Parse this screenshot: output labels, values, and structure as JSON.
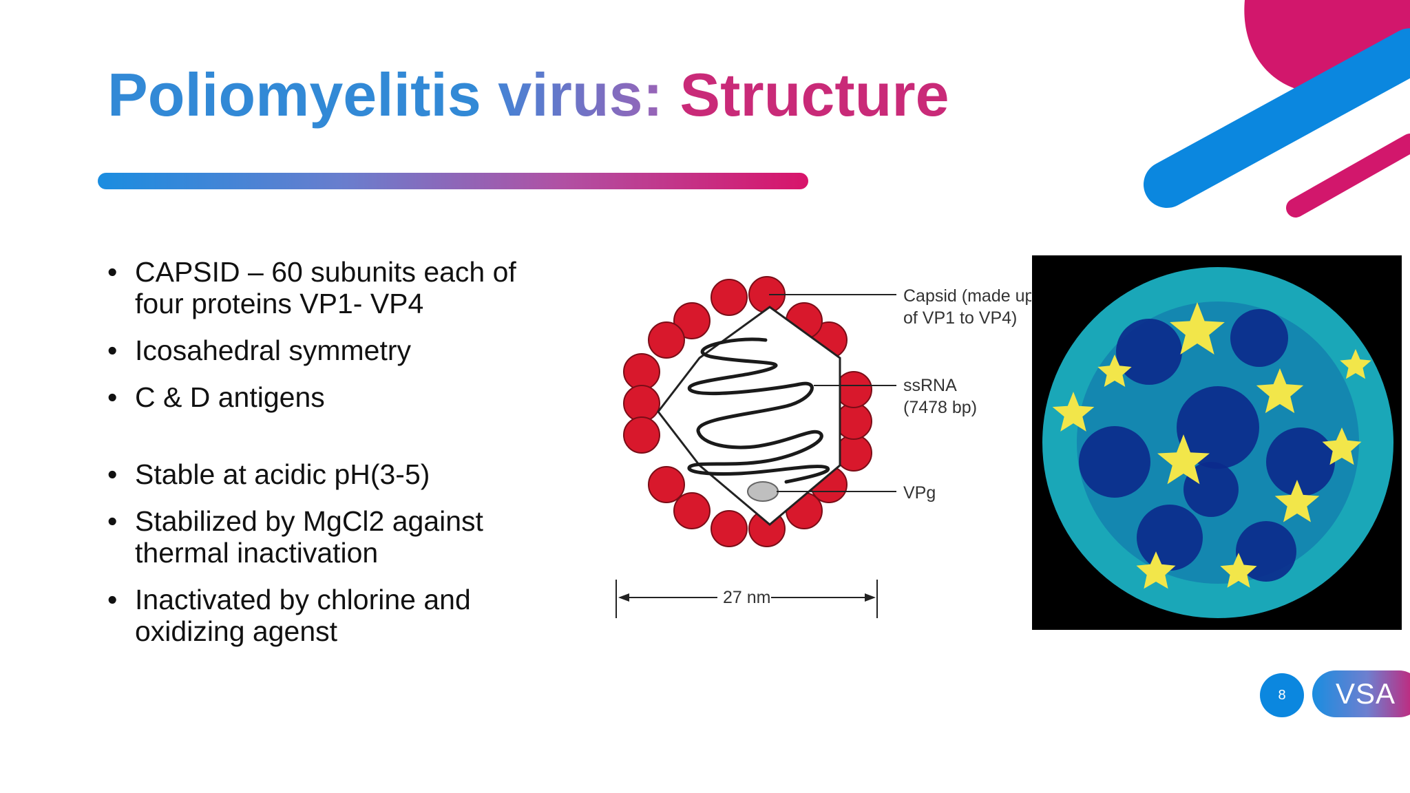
{
  "title": {
    "part1": "Poliomyelitis",
    "part2": " virus:",
    "part3": " Structure"
  },
  "bullets": [
    "CAPSID – 60 subunits each of four proteins VP1- VP4",
    "Icosahedral symmetry",
    "C & D antigens",
    "Stable at acidic pH(3-5)",
    "Stabilized by MgCl2 against thermal inactivation",
    "Inactivated by chlorine and oxidizing agenst"
  ],
  "diagram": {
    "capsid_label_1": "Capsid (made up",
    "capsid_label_2": "of VP1 to VP4)",
    "ssrna_label_1": "ssRNA",
    "ssrna_label_2": "(7478 bp)",
    "vpg_label": "VPg",
    "scale_label": "27 nm"
  },
  "page_number": "8",
  "logo_text": "VSA",
  "colors": {
    "blue": "#0b87df",
    "magenta": "#d2176c",
    "capsid_red": "#d8182c",
    "virus_yellow": "#f2e64a",
    "virus_teal": "#1aa7b8",
    "virus_navy": "#0b2a8c"
  }
}
